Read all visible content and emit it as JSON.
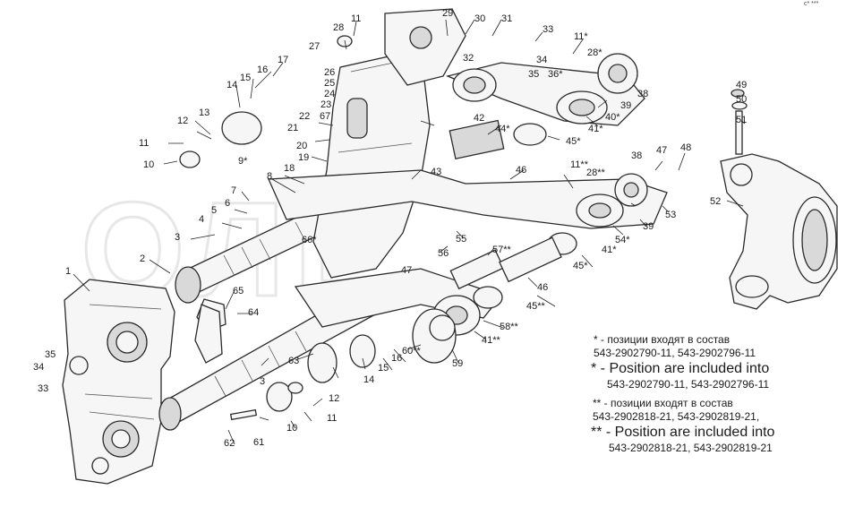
{
  "corner_mark": "с* ***",
  "legend": {
    "note1_ru": "* - позиции входят в состав",
    "note1_codes_ru": "543-2902790-11, 543-2902796-11",
    "note1_en": "* - Position are included into",
    "note1_codes_en": "543-2902790-11, 543-2902796-11",
    "note2_ru": "** - позиции входят в состав",
    "note2_codes_ru": "543-2902818-21, 543-2902819-21,",
    "note2_en": "** - Position are included into",
    "note2_codes_en": "543-2902818-21, 543-2902819-21"
  },
  "callouts": [
    "11",
    "28",
    "29",
    "30",
    "31",
    "33",
    "11*",
    "27",
    "17",
    "16",
    "15",
    "14",
    "26",
    "25",
    "24",
    "23",
    "22",
    "67",
    "32",
    "34",
    "35",
    "36*",
    "28*",
    "38",
    "39",
    "40*",
    "41*",
    "13",
    "12",
    "21",
    "20",
    "42",
    "44*",
    "45*",
    "11",
    "10",
    "19",
    "18",
    "43",
    "46",
    "11**",
    "28**",
    "38",
    "47",
    "48",
    "49",
    "50",
    "51",
    "8",
    "9*",
    "7",
    "6",
    "5",
    "4",
    "3",
    "66*",
    "55",
    "56",
    "57**",
    "45*",
    "41*",
    "54*",
    "39",
    "53",
    "52",
    "2",
    "1",
    "65",
    "47",
    "46",
    "45**",
    "58**",
    "64",
    "60**",
    "41**",
    "59",
    "35",
    "34",
    "33",
    "63",
    "14",
    "15",
    "16",
    "12",
    "11",
    "3",
    "10",
    "62",
    "61"
  ]
}
